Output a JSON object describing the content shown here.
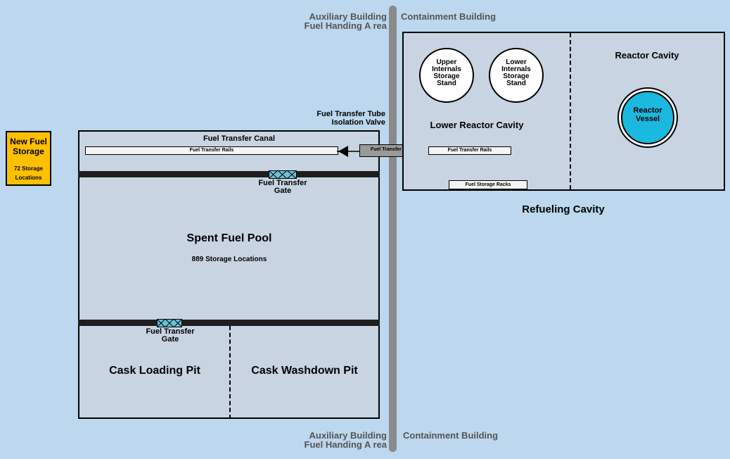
{
  "buildings": {
    "aux_top": [
      "Auxiliary Building",
      "Fuel Handing A rea"
    ],
    "cont_top": "Containment Building",
    "aux_bottom": [
      "Auxiliary Building",
      "Fuel Handing A rea"
    ],
    "cont_bottom": "Containment Building"
  },
  "new_fuel": {
    "title": [
      "New Fuel",
      "Storage"
    ],
    "sub": [
      "72 Storage",
      "Locations"
    ],
    "color": "#ffc000"
  },
  "canal": {
    "title": "Fuel Transfer Canal",
    "rails": "Fuel Transfer Rails"
  },
  "valve": {
    "label": [
      "Fuel Transfer Tube",
      "Isolation Valve"
    ]
  },
  "tube": {
    "label": "Fuel Transfer Tube"
  },
  "gate_top": {
    "label": [
      "Fuel Transfer",
      "Gate"
    ]
  },
  "gate_bottom": {
    "label": [
      "Fuel Transfer",
      "Gate"
    ]
  },
  "pool": {
    "title": "Spent Fuel Pool",
    "sub": "889 Storage Locations"
  },
  "cask_loading": {
    "title": "Cask Loading Pit"
  },
  "cask_washdown": {
    "title": "Cask Washdown Pit"
  },
  "reactor_side": {
    "upper_internals": [
      "Upper",
      "Internals",
      "Storage",
      "Stand"
    ],
    "lower_internals": [
      "Lower",
      "Internals",
      "Storage",
      "Stand"
    ],
    "lower_cavity": "Lower Reactor Cavity",
    "reactor_cavity": "Reactor Cavity",
    "reactor_vessel": [
      "Reactor",
      "Vessel"
    ],
    "rails": "Fuel Transfer Rails",
    "racks": "Fuel Storage Racks",
    "refueling": "Refueling Cavity",
    "vessel_color": "#1bb8e0"
  },
  "colors": {
    "background": "#bcd7ee",
    "pool_fill": "#c8d4e2",
    "wall": "#888888",
    "gate": "#6cc1d8"
  }
}
